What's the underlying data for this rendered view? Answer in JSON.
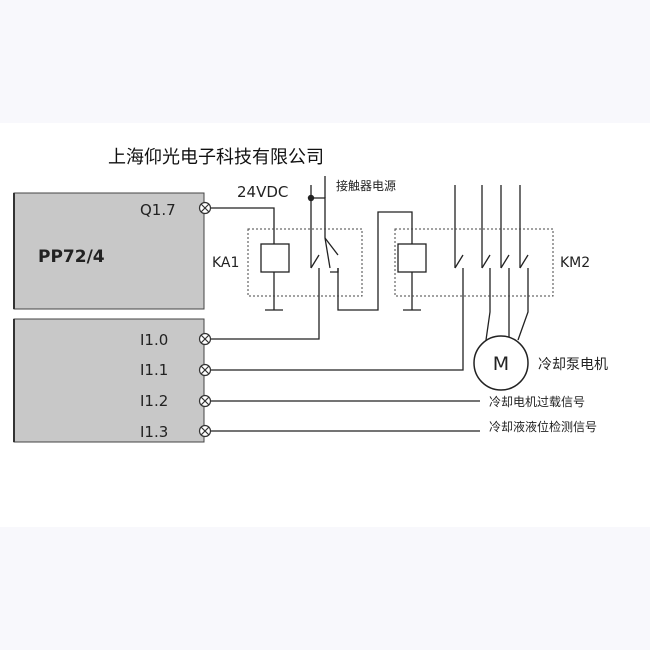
{
  "company": "上海仰光电子科技有限公司",
  "plc": {
    "module": "PP72/4"
  },
  "outputs": {
    "q17": "Q1.7"
  },
  "inputs": [
    "I1.0",
    "I1.1",
    "I1.2",
    "I1.3"
  ],
  "supply": {
    "voltage": "24VDC",
    "contactor_supply": "接触器电源"
  },
  "relays": {
    "ka1": "KA1",
    "km2": "KM2"
  },
  "motor": {
    "symbol": "M",
    "name": "冷却泵电机"
  },
  "signals": {
    "overload": "冷却电机过载信号",
    "level": "冷却液液位检测信号"
  }
}
